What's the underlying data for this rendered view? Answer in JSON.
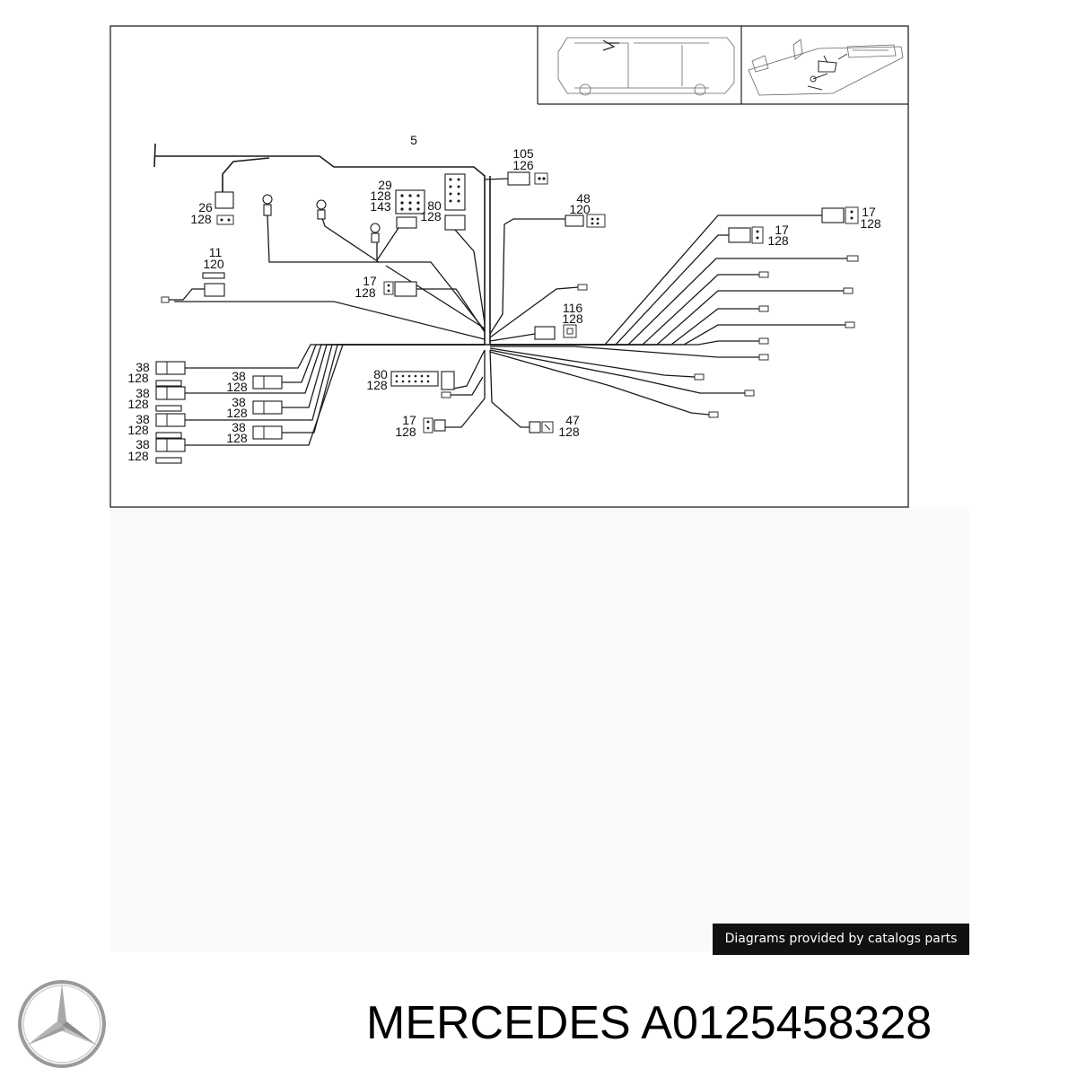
{
  "credit": "Diagrams provided by catalogs parts",
  "part": {
    "brand": "MERCEDES",
    "number": "A0125458328"
  },
  "logo_icon": "mercedes-star-icon",
  "diagram": {
    "labels": {
      "harness": "5",
      "l105": "105",
      "l126": "126",
      "l29": "29",
      "l128a": "128",
      "l143": "143",
      "l80a": "80",
      "l128b": "128",
      "l26": "26",
      "l128c": "128",
      "l48": "48",
      "l120a": "120",
      "l17a": "17",
      "l128d": "128",
      "l17b": "17",
      "l128e": "128",
      "l11": "11",
      "l120b": "120",
      "l17c": "17",
      "l128f": "128",
      "l116": "116",
      "l128g": "128",
      "l38a": "38",
      "l128h": "128",
      "l38b": "38",
      "l128i": "128",
      "l38c": "38",
      "l128j": "128",
      "l38d": "38",
      "l128k": "128",
      "l38e": "38",
      "l128l": "128",
      "l38f": "38",
      "l128m": "128",
      "l38g": "38",
      "l128n": "128",
      "l80b": "80",
      "l128o": "128",
      "l17d": "17",
      "l128p": "128",
      "l47": "47",
      "l128q": "128"
    }
  }
}
